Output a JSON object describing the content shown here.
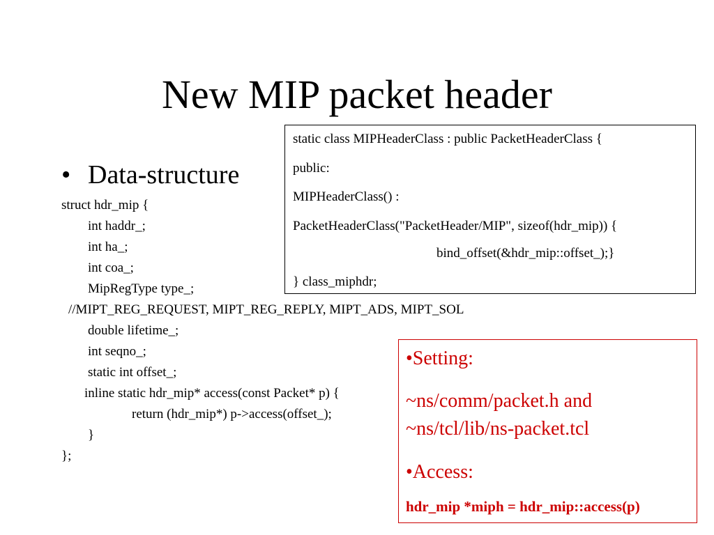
{
  "slide": {
    "title": "New MIP packet header",
    "bullet": {
      "symbol": "•",
      "text": "Data-structure"
    },
    "struct_code": [
      "struct hdr_mip {",
      "int haddr_;",
      "int ha_;",
      "int coa_;",
      "MipRegType type_;",
      "//MIPT_REG_REQUEST, MIPT_REG_REPLY, MIPT_ADS, MIPT_SOL",
      "double lifetime_;",
      "int seqno_;",
      "static int offset_;",
      "inline static hdr_mip* access(const Packet* p) {",
      "return (hdr_mip*) p->access(offset_);",
      "}",
      "};"
    ],
    "class_box": {
      "lines": [
        "static class MIPHeaderClass : public PacketHeaderClass {",
        "public:",
        "MIPHeaderClass() :",
        "PacketHeaderClass(\"PacketHeader/MIP\", sizeof(hdr_mip)) {",
        "bind_offset(&hdr_mip::offset_);}",
        "} class_miphdr;"
      ]
    },
    "notes_box": {
      "color": "#cc0000",
      "lines": [
        "•Setting:",
        "~ns/comm/packet.h and",
        "~ns/tcl/lib/ns-packet.tcl",
        "•Access:",
        "hdr_mip *miph = hdr_mip::access(p)"
      ]
    }
  }
}
